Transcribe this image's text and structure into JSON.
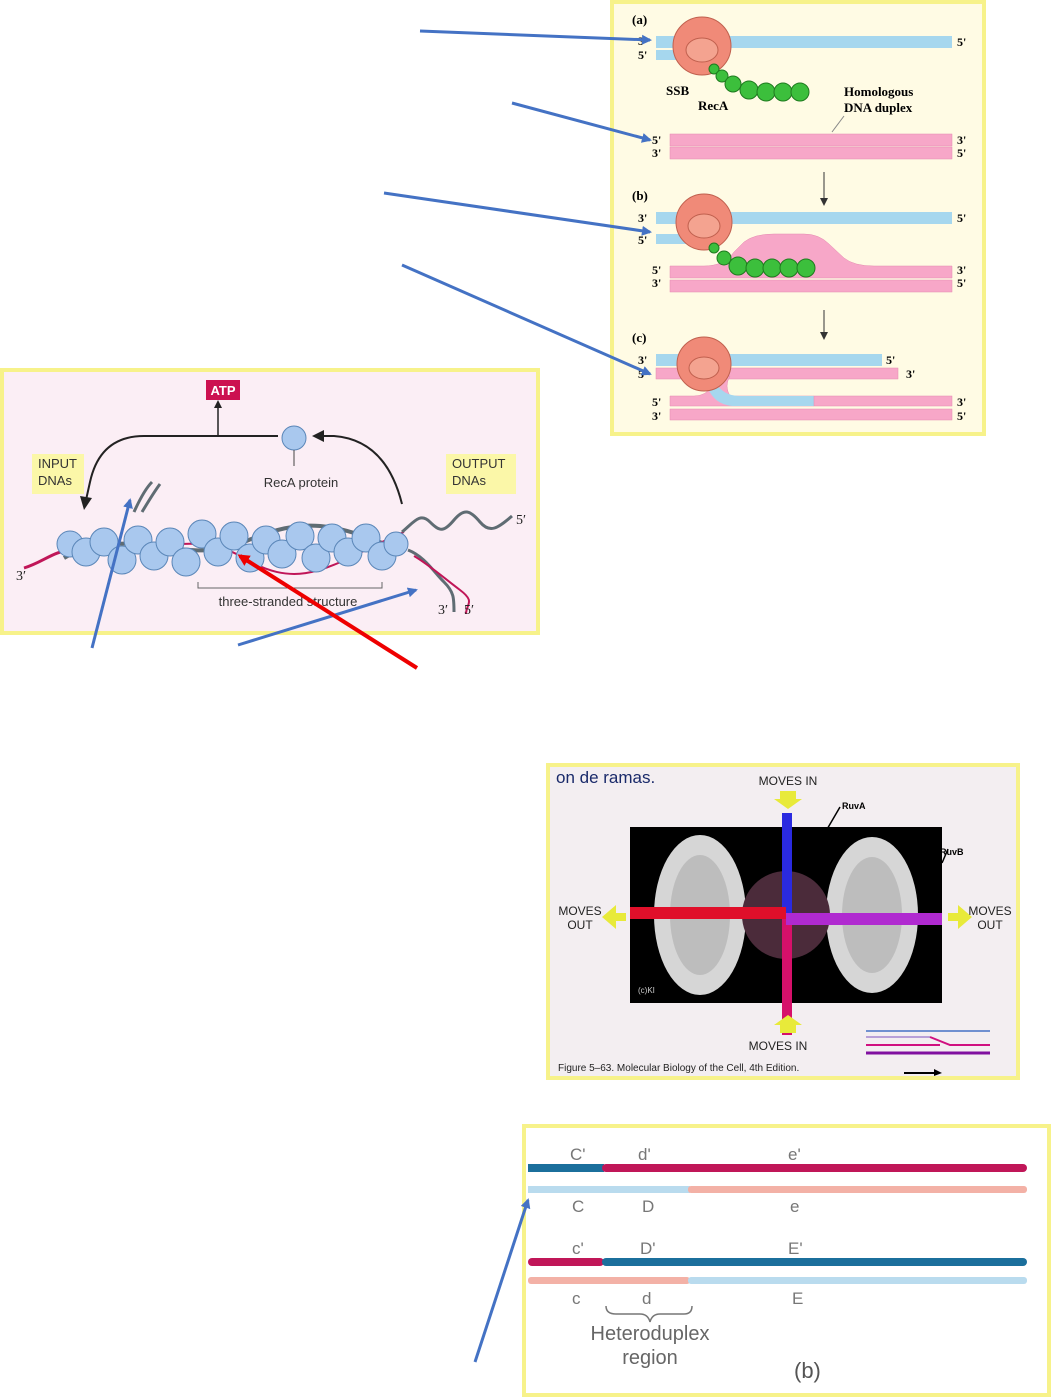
{
  "recombination_panel": {
    "label_a": "(a)",
    "label_b": "(b)",
    "label_c": "(c)",
    "three_prime": "3'",
    "five_prime": "5'",
    "ssb": "SSB",
    "reca": "RecA",
    "homologous_line1": "Homologous",
    "homologous_line2": "DNA duplex"
  },
  "reca_panel": {
    "atp": "ATP",
    "input_line1": "INPUT",
    "input_line2": "DNAs",
    "output_line1": "OUTPUT",
    "output_line2": "DNAs",
    "reca_protein": "RecA protein",
    "three_stranded": "three-stranded structure",
    "end_3": "3′",
    "end_5": "5′"
  },
  "ruv_panel": {
    "caption_top": "on de ramas.",
    "moves_in": "MOVES IN",
    "moves_out_line1": "MOVES",
    "moves_out_line2": "OUT",
    "ruva": "RuvA",
    "ruvb": "RuvB",
    "watermark": "(c)KI",
    "figure_caption": "Figure 5–63. Molecular Biology of the Cell, 4th Edition."
  },
  "heteroduplex_panel": {
    "row1_labels": [
      "C'",
      "d'",
      "e'"
    ],
    "row2_labels": [
      "C",
      "D",
      "e"
    ],
    "row3_labels": [
      "c'",
      "D'",
      "E'"
    ],
    "row4_labels": [
      "c",
      "d",
      "E"
    ],
    "region_line1": "Heteroduplex",
    "region_line2": "region",
    "panel_label": "(b)"
  },
  "colors": {
    "panel_border": "#f7f28a",
    "blue_arrow": "#4472c4",
    "red_arrow": "#ee0000",
    "ssdna_blue": "#a6d7ee",
    "duplex_pink": "#f7a7c8",
    "reca_green": "#3cbf3c",
    "ssb_salmon": "#f08a78",
    "atp_box": "#cc1150",
    "dark_blue_strand": "#1b6f9c",
    "crimson_strand": "#c01658"
  }
}
